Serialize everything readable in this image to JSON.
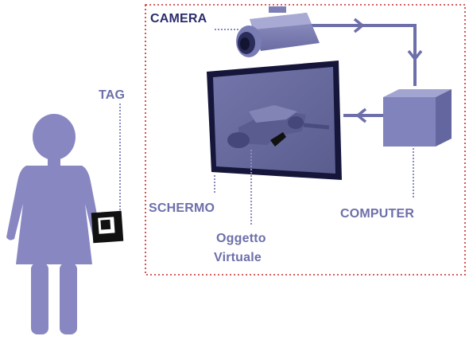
{
  "labels": {
    "camera": "CAMERA",
    "tag": "TAG",
    "schermo": "SCHERMO",
    "computer": "COMPUTER",
    "oggetto_line1": "Oggetto",
    "oggetto_line2": "Virtuale"
  },
  "colors": {
    "primary": "#6d6faa",
    "dark_navy": "#2b2d6c",
    "screen": "#5d6093",
    "frame": "#15163a",
    "border_dots": "#cc2a2a",
    "person": "#8887c2",
    "marker": "#111111"
  },
  "icons": {
    "camera": "security-camera-icon",
    "screen": "monitor-icon",
    "computer": "computer-box-icon",
    "person": "person-icon",
    "tag": "ar-marker-icon",
    "object": "virtual-car-icon"
  }
}
